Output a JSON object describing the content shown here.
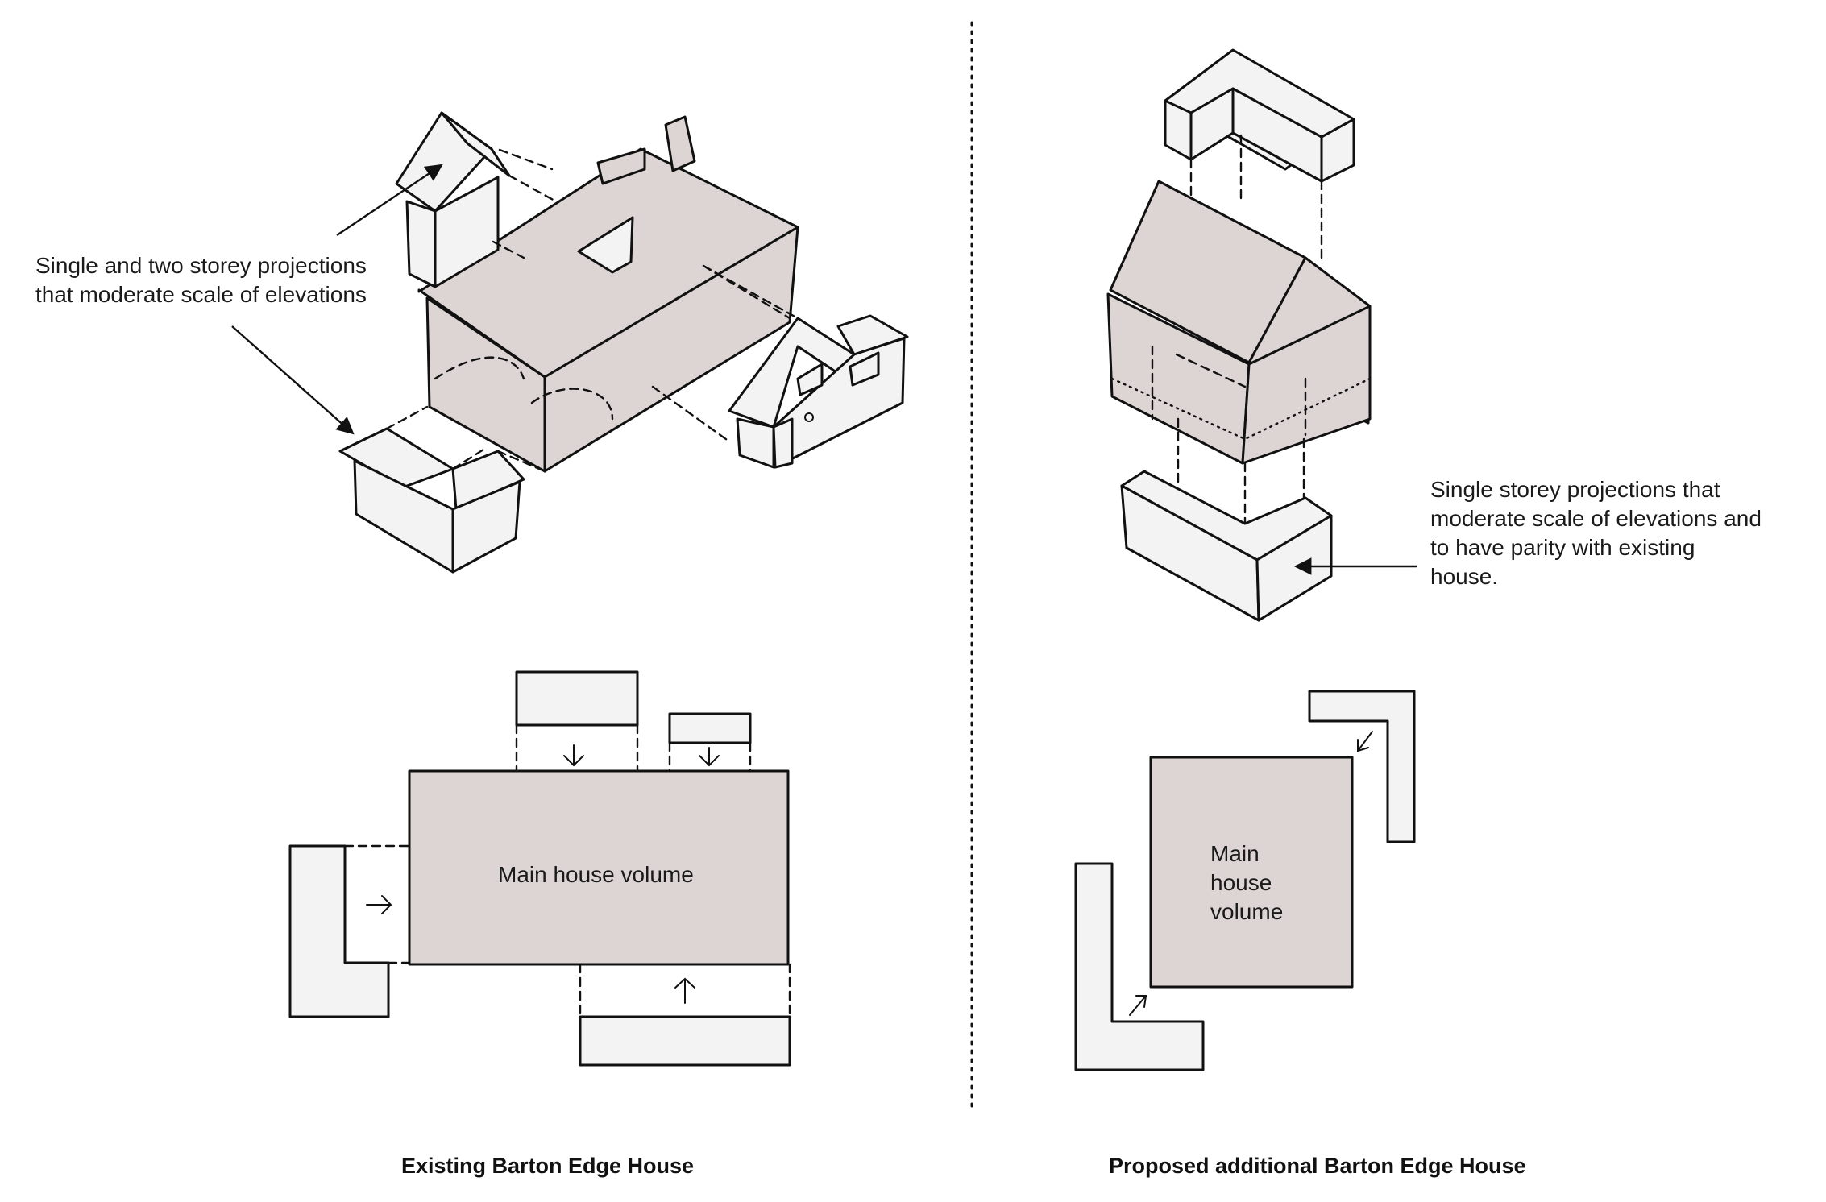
{
  "colors": {
    "volume_fill": "#ddd5d3",
    "projection_fill": "#f3f3f3",
    "line": "#111111"
  },
  "left_panel": {
    "annotation": "Single and two storey projections\nthat moderate scale of elevations",
    "plan_label": "Main house volume",
    "caption": "Existing Barton Edge House"
  },
  "right_panel": {
    "annotation": "Single storey projections that\nmoderate scale of elevations and\nto have parity with existing\nhouse.",
    "plan_label": "Main\nhouse\nvolume",
    "caption": "Proposed additional Barton Edge House"
  }
}
